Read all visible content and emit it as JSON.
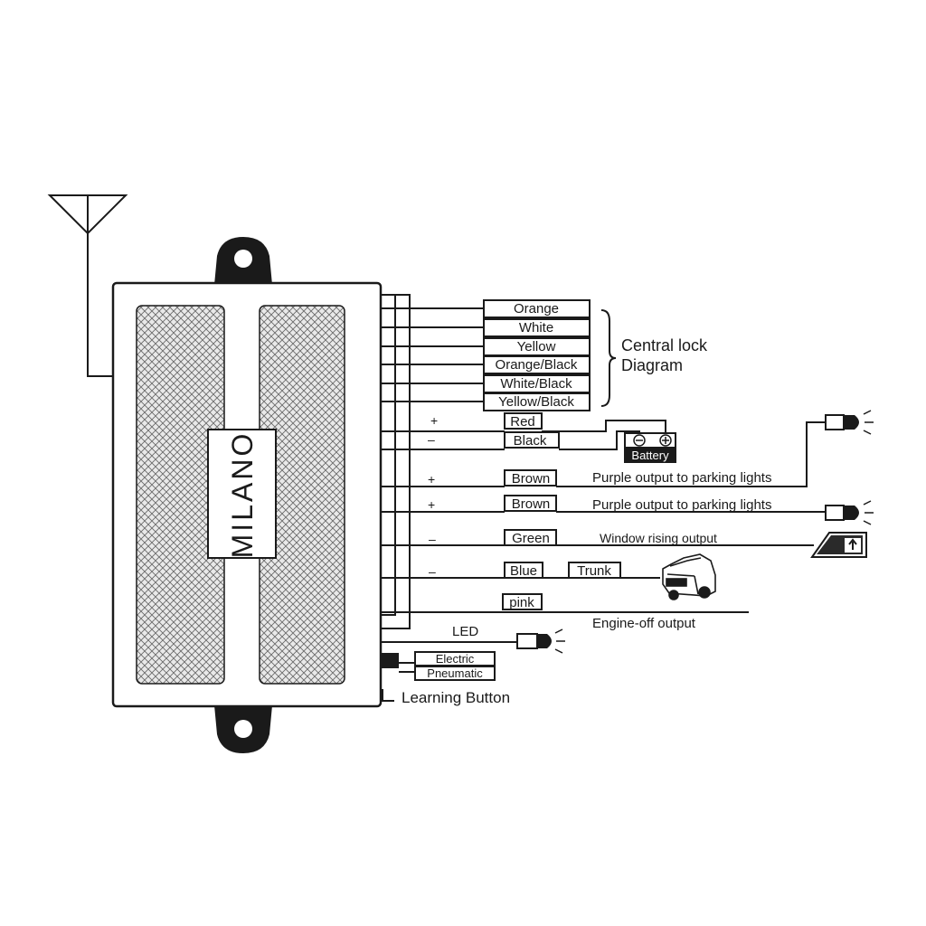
{
  "module": {
    "name": "MILANO"
  },
  "central_lock": {
    "wires": [
      "Orange",
      "White",
      "Yellow",
      "Orange/Black",
      "White/Black",
      "Yellow/Black"
    ],
    "caption_line1": "Central lock",
    "caption_line2": "Diagram"
  },
  "power": {
    "red": {
      "sign": "+",
      "label": "Red"
    },
    "black": {
      "sign": "–",
      "label": "Black"
    },
    "battery_label": "Battery"
  },
  "outputs": [
    {
      "sign": "+",
      "wire": "Brown",
      "description": "Purple output to parking lights"
    },
    {
      "sign": "+",
      "wire": "Brown",
      "description": "Purple output to parking lights"
    },
    {
      "sign": "–",
      "wire": "Green",
      "description": "Window  rising  output"
    },
    {
      "sign": "–",
      "wire": "Blue",
      "extra": "Trunk",
      "description": ""
    },
    {
      "sign": "",
      "wire": "pink",
      "description": "Engine-off output"
    }
  ],
  "led_label": "LED",
  "switch_options": [
    "Electric",
    "Pneumatic"
  ],
  "learning_button": "Learning Button"
}
